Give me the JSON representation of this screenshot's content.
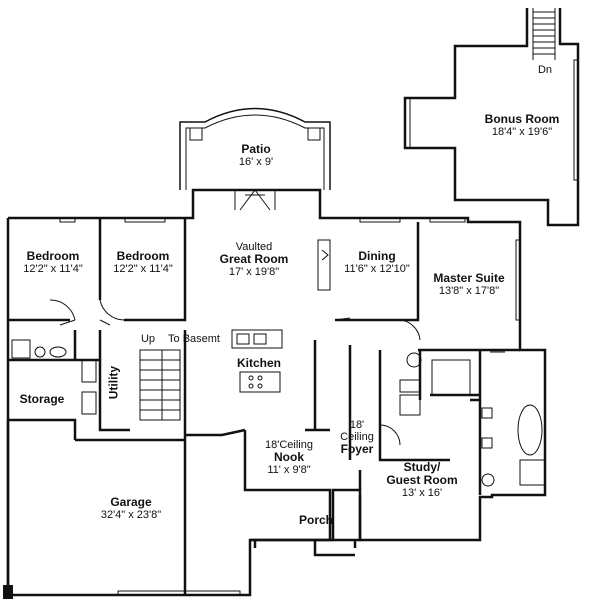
{
  "rooms": {
    "bonus": {
      "name": "Bonus Room",
      "size": "18'4\" x 19'6\""
    },
    "dn": "Dn",
    "patio": {
      "name": "Patio",
      "size": "16' x 9'"
    },
    "bedroom1": {
      "name": "Bedroom",
      "size": "12'2\" x 11'4\""
    },
    "bedroom2": {
      "name": "Bedroom",
      "size": "12'2\" x 11'4\""
    },
    "great": {
      "note": "Vaulted",
      "name": "Great Room",
      "size": "17' x 19'8\""
    },
    "dining": {
      "name": "Dining",
      "size": "11'6\" x 12'10\""
    },
    "master": {
      "name": "Master Suite",
      "size": "13'8\" x 17'8\""
    },
    "stairs_up": "Up",
    "stairs_basement": "To Basemt",
    "kitchen": {
      "name": "Kitchen"
    },
    "utility": {
      "name": "Utility"
    },
    "storage": {
      "name": "Storage"
    },
    "nook": {
      "note": "18'Ceiling",
      "name": "Nook",
      "size": "11' x 9'8\""
    },
    "foyer": {
      "note1": "18'",
      "note2": "Ceiling",
      "name": "Foyer"
    },
    "study": {
      "name1": "Study/",
      "name2": "Guest Room",
      "size": "13' x 16'"
    },
    "garage": {
      "name": "Garage",
      "size": "32'4\" x 23'8\""
    },
    "porch": {
      "name": "Porch"
    }
  }
}
